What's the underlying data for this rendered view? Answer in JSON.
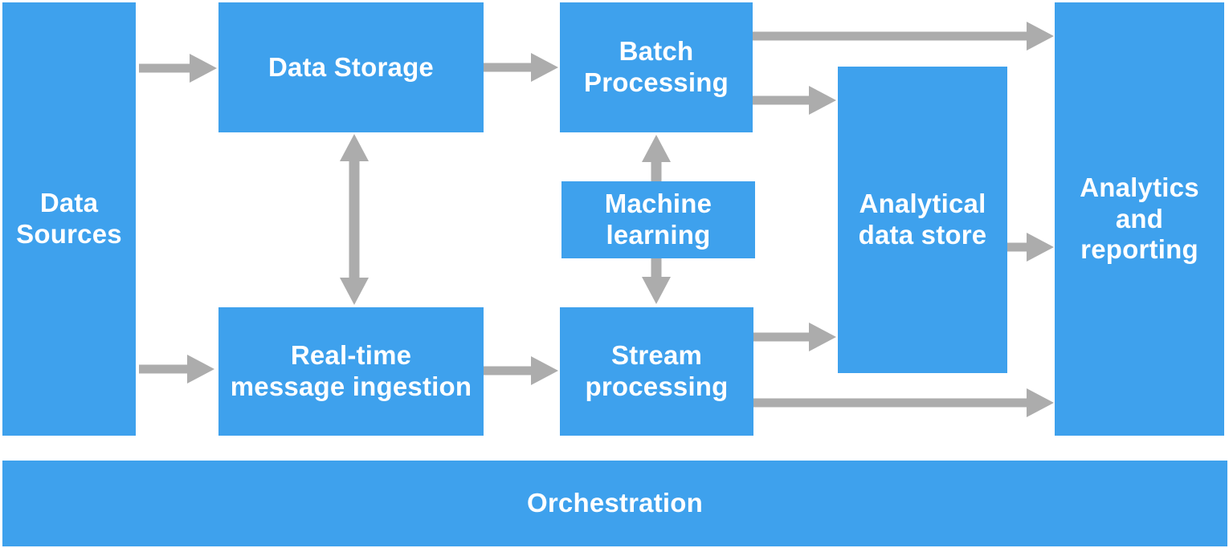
{
  "diagram": {
    "type": "flow-diagram",
    "colors": {
      "background": "#ffffff",
      "node_fill": "#3ea1ed",
      "node_text": "#ffffff",
      "arrow_color": "#acacac"
    },
    "nodes": {
      "data_sources": {
        "label": "Data\nSources"
      },
      "data_storage": {
        "label": "Data Storage"
      },
      "batch_processing": {
        "label": "Batch\nProcessing"
      },
      "machine_learning": {
        "label": "Machine\nlearning"
      },
      "real_time_message_ingestion": {
        "label": "Real-time\nmessage ingestion"
      },
      "stream_processing": {
        "label": "Stream\nprocessing"
      },
      "analytical_data_store": {
        "label": "Analytical\ndata store"
      },
      "analytics_and_reporting": {
        "label": "Analytics\nand\nreporting"
      },
      "orchestration": {
        "label": "Orchestration"
      }
    },
    "edges": [
      {
        "from": "data_sources",
        "to": "data_storage",
        "bidirectional": false
      },
      {
        "from": "data_sources",
        "to": "real_time_message_ingestion",
        "bidirectional": false
      },
      {
        "from": "data_storage",
        "to": "real_time_message_ingestion",
        "bidirectional": true
      },
      {
        "from": "data_storage",
        "to": "batch_processing",
        "bidirectional": false
      },
      {
        "from": "batch_processing",
        "to": "analytics_and_reporting",
        "bidirectional": false
      },
      {
        "from": "batch_processing",
        "to": "analytical_data_store",
        "bidirectional": false
      },
      {
        "from": "machine_learning",
        "to": "batch_processing",
        "bidirectional": false
      },
      {
        "from": "machine_learning",
        "to": "stream_processing",
        "bidirectional": false
      },
      {
        "from": "real_time_message_ingestion",
        "to": "stream_processing",
        "bidirectional": false
      },
      {
        "from": "stream_processing",
        "to": "analytical_data_store",
        "bidirectional": false
      },
      {
        "from": "stream_processing",
        "to": "analytics_and_reporting",
        "bidirectional": false
      },
      {
        "from": "analytical_data_store",
        "to": "analytics_and_reporting",
        "bidirectional": false
      }
    ]
  }
}
